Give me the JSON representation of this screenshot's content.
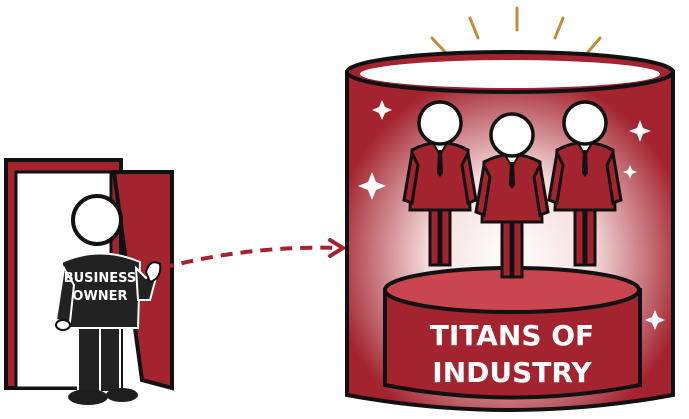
{
  "owner": {
    "label_line1": "BUSINESS",
    "label_line2": "OWNER"
  },
  "pedestal": {
    "label_line1": "TITANS OF",
    "label_line2": "INDUSTRY"
  },
  "colors": {
    "accent": "#a3232e",
    "dark": "#1e1e1e",
    "glow": "#f6dfe0"
  },
  "icons": [
    "door-icon",
    "person-icon",
    "dashed-arrow-icon",
    "sparkle-icon",
    "cylinder-stage-icon"
  ]
}
